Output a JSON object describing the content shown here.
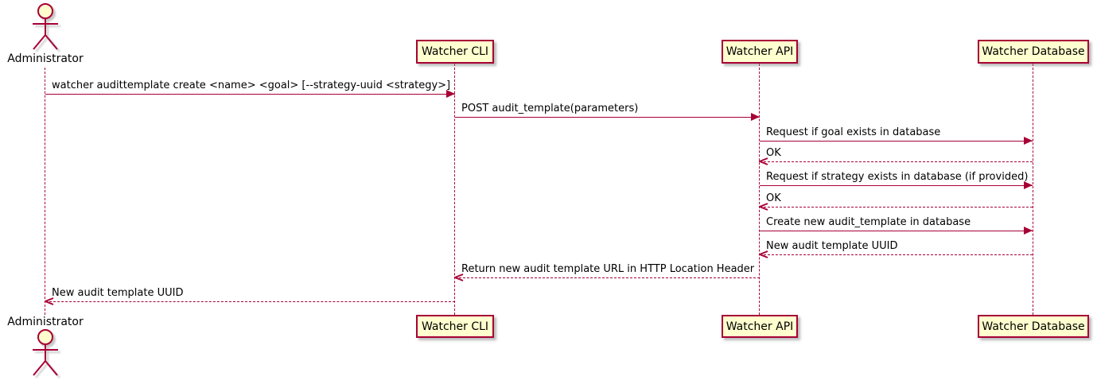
{
  "diagram": {
    "type": "sequence",
    "actor": "Administrator"
  },
  "participants": [
    {
      "name": "Administrator",
      "kind": "actor"
    },
    {
      "name": "Watcher CLI",
      "kind": "participant"
    },
    {
      "name": "Watcher API",
      "kind": "participant"
    },
    {
      "name": "Watcher Database",
      "kind": "participant"
    }
  ],
  "messages": [
    {
      "from": "Administrator",
      "to": "Watcher CLI",
      "label": "watcher audittemplate create <name> <goal> [--strategy-uuid <strategy>]",
      "style": "solid",
      "direction": "right"
    },
    {
      "from": "Watcher CLI",
      "to": "Watcher API",
      "label": "POST audit_template(parameters)",
      "style": "solid",
      "direction": "right"
    },
    {
      "from": "Watcher API",
      "to": "Watcher Database",
      "label": "Request if goal exists in database",
      "style": "solid",
      "direction": "right"
    },
    {
      "from": "Watcher Database",
      "to": "Watcher API",
      "label": "OK",
      "style": "dashed",
      "direction": "left"
    },
    {
      "from": "Watcher API",
      "to": "Watcher Database",
      "label": "Request if strategy exists in database (if provided)",
      "style": "solid",
      "direction": "right"
    },
    {
      "from": "Watcher Database",
      "to": "Watcher API",
      "label": "OK",
      "style": "dashed",
      "direction": "left"
    },
    {
      "from": "Watcher API",
      "to": "Watcher Database",
      "label": "Create new audit_template in database",
      "style": "solid",
      "direction": "right"
    },
    {
      "from": "Watcher Database",
      "to": "Watcher API",
      "label": "New audit template UUID",
      "style": "dashed",
      "direction": "left"
    },
    {
      "from": "Watcher API",
      "to": "Watcher CLI",
      "label": "Return new audit template URL in HTTP Location Header",
      "style": "dashed",
      "direction": "left"
    },
    {
      "from": "Watcher CLI",
      "to": "Administrator",
      "label": "New audit template UUID",
      "style": "dashed",
      "direction": "left"
    }
  ],
  "colors": {
    "accent": "#A80036",
    "participant_fill": "#FEFECE",
    "text": "#000000"
  }
}
